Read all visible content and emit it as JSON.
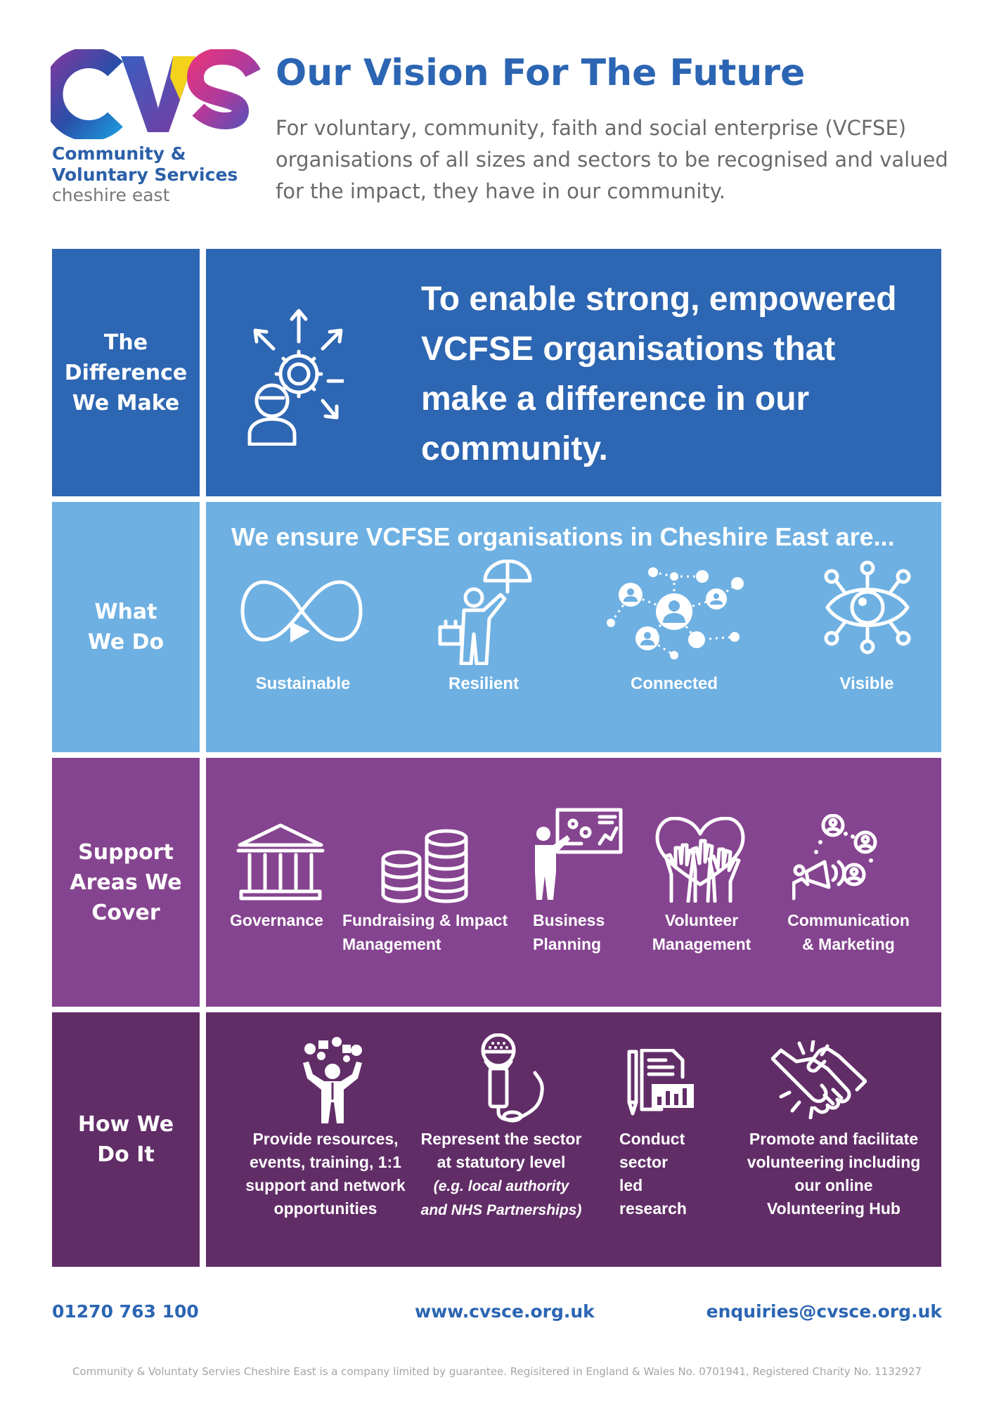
{
  "logo": {
    "letters": "CVS",
    "line1": "Community &",
    "line2": "Voluntary Services",
    "line3": "cheshire east"
  },
  "title": "Our Vision For The Future",
  "intro": "For voluntary, community, faith and social enterprise (VCFSE) organisations of all sizes and sectors to be recognised and valued for the impact, they have in our community.",
  "rows": {
    "difference": {
      "label": "The\nDifference\nWe Make",
      "statement": "To enable strong, empowered VCFSE organisations that make a difference in our community.",
      "icon": "person-gear-arrows-icon"
    },
    "what": {
      "label": "What\nWe Do",
      "heading": "We ensure VCFSE organisations in Cheshire East are...",
      "items": [
        {
          "label": "Sustainable",
          "icon": "infinity-arrow-icon"
        },
        {
          "label": "Resilient",
          "icon": "person-umbrella-icon"
        },
        {
          "label": "Connected",
          "icon": "network-people-icon"
        },
        {
          "label": "Visible",
          "icon": "eye-network-icon"
        }
      ]
    },
    "support": {
      "label": "Support\nAreas We\nCover",
      "items": [
        {
          "line1": "Governance",
          "line2": "",
          "icon": "building-columns-icon"
        },
        {
          "line1": "Fundraising & Impact",
          "line2": "Management",
          "icon": "coin-stacks-icon"
        },
        {
          "line1": "Business",
          "line2": "Planning",
          "icon": "presenter-board-icon"
        },
        {
          "line1": "Volunteer",
          "line2": "Management",
          "icon": "raised-hands-heart-icon"
        },
        {
          "line1": "Communication",
          "line2": "& Marketing",
          "icon": "megaphone-people-icon"
        }
      ]
    },
    "how": {
      "label": "How We\nDo It",
      "items": [
        {
          "lines": [
            "Provide resources,",
            "events, training, 1:1",
            "support and network",
            "opportunities"
          ],
          "icon": "juggling-person-icon"
        },
        {
          "lines": [
            "Represent the sector",
            "at statutory level"
          ],
          "italic": [
            "(e.g. local authority",
            "and NHS Partnerships)"
          ],
          "icon": "microphone-icon"
        },
        {
          "lines": [
            "Conduct",
            "sector",
            "led",
            "research"
          ],
          "icon": "research-report-icon"
        },
        {
          "lines": [
            "Promote and facilitate",
            "volunteering including",
            "our online",
            "Volunteering Hub"
          ],
          "icon": "handshake-icon"
        }
      ]
    }
  },
  "footer": {
    "phone": "01270 763 100",
    "website": "www.cvsce.org.uk",
    "email": "enquiries@cvsce.org.uk",
    "legal": "Community & Voluntaty Servies Cheshire East is a company limited by guarantee. Regisitered in England & Wales No. 0701941, Registered Charity No. 1132927"
  },
  "colors": {
    "blue_dark": "#2d66b2",
    "blue_light": "#6eb0e2",
    "purple": "#85448f",
    "purple_dark": "#612d67",
    "title_blue": "#2b65b3"
  }
}
